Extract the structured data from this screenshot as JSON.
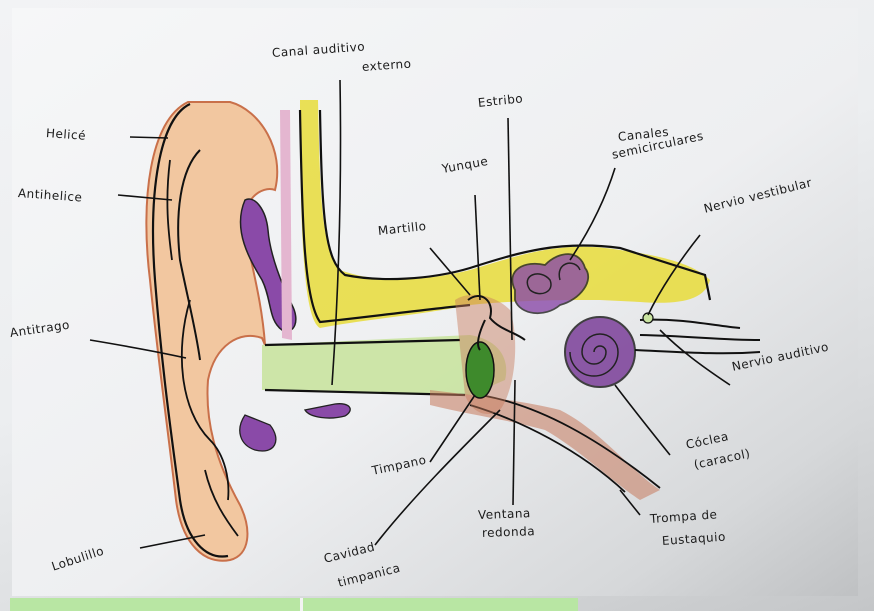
{
  "figure": {
    "labels": {
      "helice": "Helicé",
      "antihelice": "Antihelice",
      "antitrago": "Antitrago",
      "lobulillo": "Lobulillo",
      "canal_line1": "Canal auditivo",
      "canal_line2": "externo",
      "estribo": "Estribo",
      "yunque": "Yunque",
      "martillo": "Martillo",
      "canales_line1": "Canales",
      "canales_line2": "semicirculares",
      "nervio_vestibular": "Nervio vestibular",
      "nervio_auditivo": "Nervio auditivo",
      "coclea_line1": "Cóclea",
      "coclea_line2": "(caracol)",
      "tompano": "Timpano",
      "ventana_line1": "Ventana",
      "ventana_line2": "redonda",
      "trompa_line1": "Trompa de",
      "trompa_line2": "Eustaquio",
      "cavidad_line1": "Cavidad",
      "cavidad_line2": "timpanica"
    },
    "colors": {
      "paper": "#f4f5f6",
      "skin": "#f2c7a0",
      "skin_outline": "#c9704a",
      "canal_yellow": "#e8dc3a",
      "canal_green": "#c9e3a0",
      "purple": "#7b3f99",
      "pink": "#e4b6d0",
      "drum_green": "#3e8a2c",
      "tube_brown": "#c77a5c",
      "accent_strip": "#b8e6a3"
    }
  }
}
